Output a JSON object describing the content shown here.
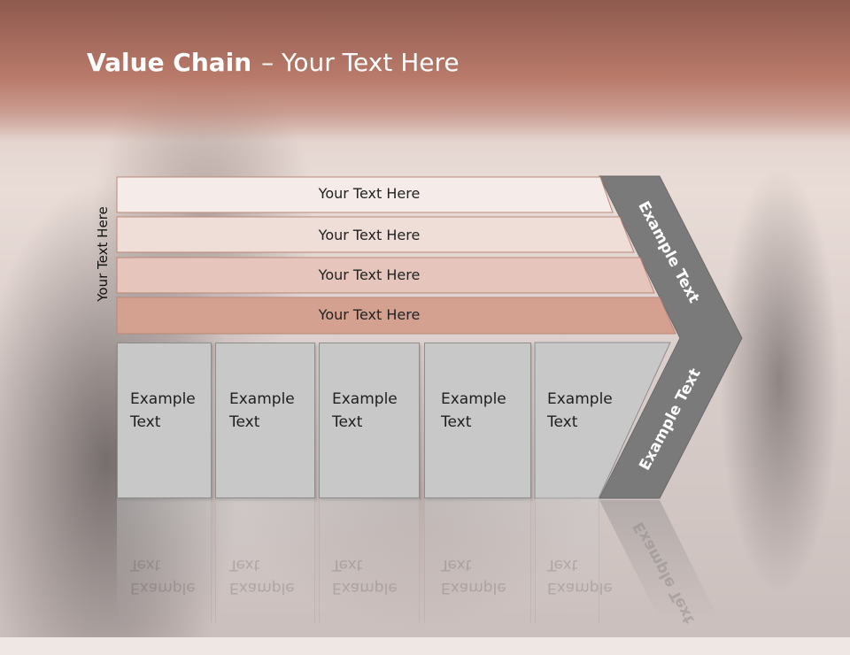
{
  "title": {
    "bold": "Value Chain",
    "rest": " – Your Text Here"
  },
  "side_label": "Your Text Here",
  "bars": [
    {
      "label": "Your Text Here",
      "color": "#f5ecea"
    },
    {
      "label": "Your Text Here",
      "color": "#efddd8"
    },
    {
      "label": "Your Text Here",
      "color": "#e6c6bc"
    },
    {
      "label": "Your Text Here",
      "color": "#d4a090"
    }
  ],
  "boxes": [
    {
      "label": "Example\nText"
    },
    {
      "label": "Example\nText"
    },
    {
      "label": "Example\nText"
    },
    {
      "label": "Example\nText"
    },
    {
      "label": "Example\nText"
    }
  ],
  "chevron": {
    "upper_label": "Example Text",
    "lower_label": "Example Text",
    "color": "#7a7a7a"
  },
  "colors": {
    "title_band": "#b97a6a",
    "box_fill": "#c8c8c8"
  }
}
